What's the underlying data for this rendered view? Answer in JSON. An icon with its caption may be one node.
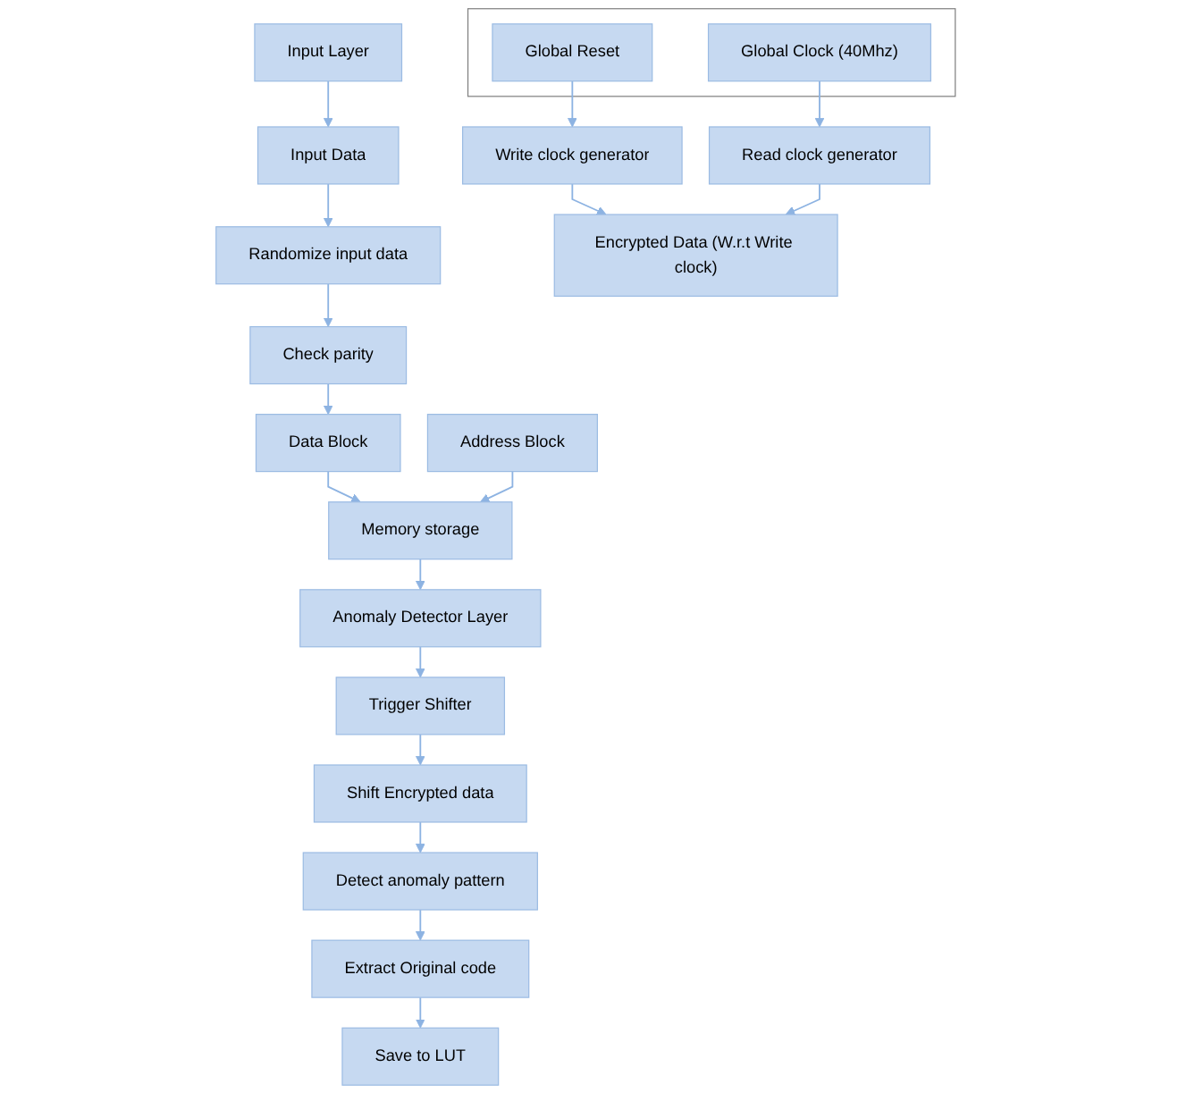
{
  "diagram": {
    "nodes": [
      {
        "text": [
          "Input Layer"
        ]
      },
      {
        "text": [
          "Input Data"
        ]
      },
      {
        "text": [
          "Randomize input data"
        ]
      },
      {
        "text": [
          "Check parity"
        ]
      },
      {
        "text": [
          "Data Block"
        ]
      },
      {
        "text": [
          "Address Block"
        ]
      },
      {
        "text": [
          "Memory storage"
        ]
      },
      {
        "text": [
          "Anomaly Detector Layer"
        ]
      },
      {
        "text": [
          "Trigger Shifter"
        ]
      },
      {
        "text": [
          "Shift Encrypted data"
        ]
      },
      {
        "text": [
          "Detect anomaly pattern"
        ]
      },
      {
        "text": [
          "Extract Original code"
        ]
      },
      {
        "text": [
          "Save to LUT"
        ]
      },
      {
        "text": [
          "Encrypted Data (W.r.t Write clock)"
        ]
      },
      {
        "text": [],
        "shape": "box"
      },
      {
        "text": [
          "Global Reset"
        ],
        "in": 14
      },
      {
        "text": [
          "Global Clock (40Mhz)"
        ],
        "in": 14
      },
      {
        "text": [
          "Write clock generator"
        ]
      },
      {
        "text": [
          "Read clock generator"
        ]
      }
    ],
    "edges": [
      {
        "from": 0,
        "to": 1,
        "arrow": "to"
      },
      {
        "from": 1,
        "to": 2,
        "arrow": "to"
      },
      {
        "from": 2,
        "to": 3,
        "arrow": "to"
      },
      {
        "from": 3,
        "to": 4,
        "arrow": "to"
      },
      {
        "from": 4,
        "to": 6,
        "arrow": "to"
      },
      {
        "from": 5,
        "to": 6,
        "arrow": "to"
      },
      {
        "from": 6,
        "to": 7,
        "arrow": "to"
      },
      {
        "from": 7,
        "to": 8,
        "arrow": "to"
      },
      {
        "from": 8,
        "to": 9,
        "arrow": "to"
      },
      {
        "from": 9,
        "to": 10,
        "arrow": "to"
      },
      {
        "from": 10,
        "to": 11,
        "arrow": "to"
      },
      {
        "from": 11,
        "to": 12,
        "arrow": "to"
      },
      {
        "from": 15,
        "to": 17,
        "arrow": "to"
      },
      {
        "from": 16,
        "to": 18,
        "arrow": "to"
      },
      {
        "from": 17,
        "to": 13,
        "arrow": "to"
      },
      {
        "from": 18,
        "to": 13,
        "arrow": "to"
      }
    ]
  }
}
